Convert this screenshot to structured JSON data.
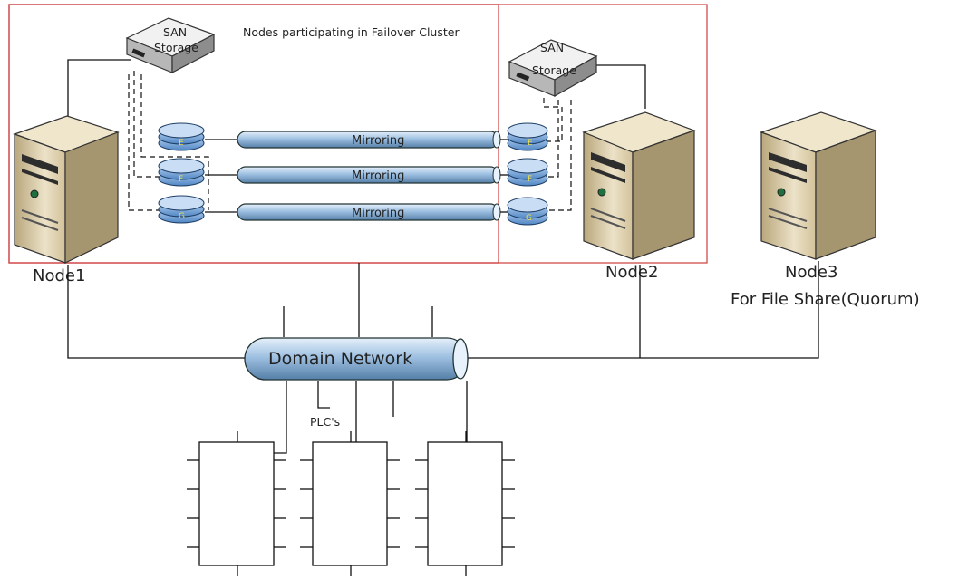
{
  "cluster": {
    "title": "Nodes participating in Failover Cluster",
    "border_color": "#d04a4a"
  },
  "san": {
    "left_label": [
      "SAN",
      "Storage"
    ],
    "right_label": [
      "SAN",
      "Storage"
    ]
  },
  "disks": [
    {
      "letter": "E",
      "link_label": "Mirroring"
    },
    {
      "letter": "F",
      "link_label": "Mirroring"
    },
    {
      "letter": "G",
      "link_label": "Mirroring"
    }
  ],
  "nodes": {
    "node1": {
      "label": "Node1"
    },
    "node2": {
      "label": "Node2"
    },
    "node3": {
      "label": "Node3",
      "sublabel": "For File Share(Quorum)"
    }
  },
  "network": {
    "label": "Domain Network"
  },
  "plc": {
    "label": "PLC's"
  },
  "colors": {
    "disk": "#6fa3dc",
    "disk_letter": "#f2e24a",
    "pipe": "#a8c8e6",
    "server": "#d6c7a0"
  }
}
